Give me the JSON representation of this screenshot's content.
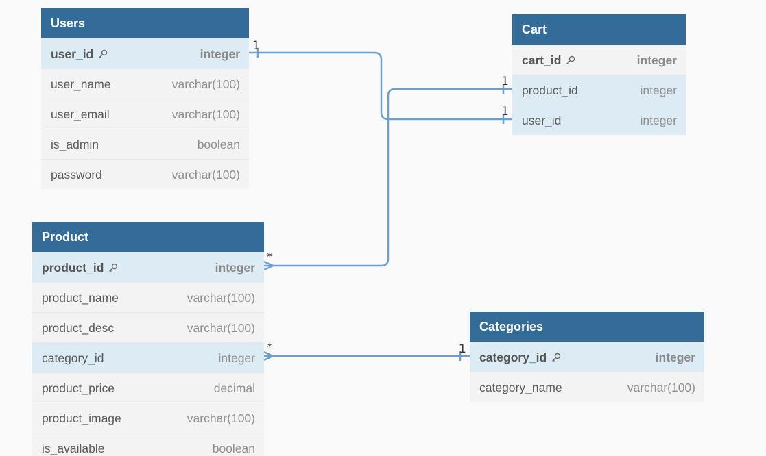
{
  "tables": {
    "users": {
      "title": "Users",
      "rows": [
        {
          "name": "user_id",
          "type": "integer"
        },
        {
          "name": "user_name",
          "type": "varchar(100)"
        },
        {
          "name": "user_email",
          "type": "varchar(100)"
        },
        {
          "name": "is_admin",
          "type": "boolean"
        },
        {
          "name": "password",
          "type": "varchar(100)"
        }
      ]
    },
    "cart": {
      "title": "Cart",
      "rows": [
        {
          "name": "cart_id",
          "type": "integer"
        },
        {
          "name": "product_id",
          "type": "integer"
        },
        {
          "name": "user_id",
          "type": "integer"
        }
      ]
    },
    "product": {
      "title": "Product",
      "rows": [
        {
          "name": "product_id",
          "type": "integer"
        },
        {
          "name": "product_name",
          "type": "varchar(100)"
        },
        {
          "name": "product_desc",
          "type": "varchar(100)"
        },
        {
          "name": "category_id",
          "type": "integer"
        },
        {
          "name": "product_price",
          "type": "decimal"
        },
        {
          "name": "product_image",
          "type": "varchar(100)"
        },
        {
          "name": "is_available",
          "type": "boolean"
        }
      ]
    },
    "categories": {
      "title": "Categories",
      "rows": [
        {
          "name": "category_id",
          "type": "integer"
        },
        {
          "name": "category_name",
          "type": "varchar(100)"
        }
      ]
    }
  },
  "relationships": {
    "users_cart": {
      "from_card": "1",
      "to_card": "1"
    },
    "cart_product": {
      "from_card": "1",
      "to_card": "*"
    },
    "product_categories": {
      "from_card": "*",
      "to_card": "1"
    }
  },
  "colors": {
    "header": "#336c98",
    "line": "#6b9fcf",
    "highlight": "#ddebf4"
  }
}
